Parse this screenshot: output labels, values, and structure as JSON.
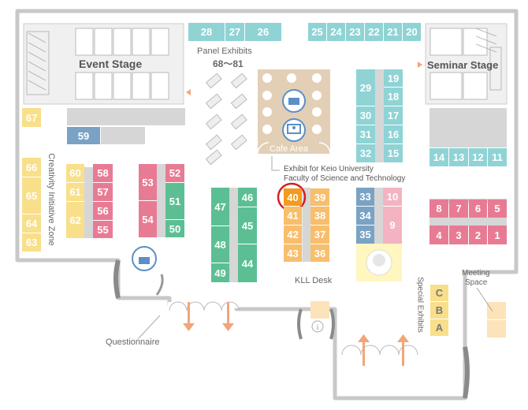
{
  "colors": {
    "wall": "#c8c8c8",
    "floor": "#ffffff",
    "yellow": "#f9df8a",
    "orange": "#f8be6b",
    "pink": "#e87b94",
    "green": "#5cbf94",
    "teal": "#8fd3d5",
    "blue": "#7aa2c4",
    "lightpink": "#f4b3c0",
    "gray": "#d6d6d6",
    "highlight": "#f49a1c",
    "highlight_ring": "#d21f26",
    "cafe": "#e2cfb5",
    "arrow": "#f2a57a",
    "text": "#666666"
  },
  "labels": {
    "event_stage": "Event Stage",
    "seminar_stage": "Seminar Stage",
    "panel_exhibits": "Panel Exhibits",
    "panel_exhibits_range": "68～81",
    "cafe_area": "Cafe Area",
    "exhibit_keio_line1": "Exhibit for Keio University",
    "exhibit_keio_line2": "Faculty of Science and Technology",
    "creativity_zone": "Creativity Initiative Zone",
    "kll_desk": "KLL Desk",
    "questionnaire": "Questionnaire",
    "special_exhibits": "Special Exhibits",
    "meeting_line1": "Meeting",
    "meeting_line2": "Space"
  },
  "highlighted_booth": "40",
  "booths": {
    "b28": "28",
    "b27": "27",
    "b26": "26",
    "b25": "25",
    "b24": "24",
    "b23": "23",
    "b22": "22",
    "b21": "21",
    "b20": "20",
    "b67": "67",
    "b59": "59",
    "b66": "66",
    "b65": "65",
    "b64": "64",
    "b63": "63",
    "b60": "60",
    "b61": "61",
    "b62": "62",
    "b58": "58",
    "b57": "57",
    "b56": "56",
    "b55": "55",
    "b53": "53",
    "b54": "54",
    "b52": "52",
    "b51": "51",
    "b50": "50",
    "b47": "47",
    "b48": "48",
    "b49": "49",
    "b46": "46",
    "b45": "45",
    "b44": "44",
    "b40": "40",
    "b41": "41",
    "b42": "42",
    "b43": "43",
    "b39": "39",
    "b38": "38",
    "b37": "37",
    "b36": "36",
    "b33": "33",
    "b34": "34",
    "b35": "35",
    "b10": "10",
    "b9": "9",
    "b29": "29",
    "b30": "30",
    "b31": "31",
    "b32": "32",
    "b19": "19",
    "b18": "18",
    "b17": "17",
    "b16": "16",
    "b15": "15",
    "b14": "14",
    "b13": "13",
    "b12": "12",
    "b11": "11",
    "b8": "8",
    "b7": "7",
    "b6": "6",
    "b5": "5",
    "b4": "4",
    "b3": "3",
    "b2": "2",
    "b1": "1",
    "bC": "C",
    "bB": "B",
    "bA": "A"
  }
}
